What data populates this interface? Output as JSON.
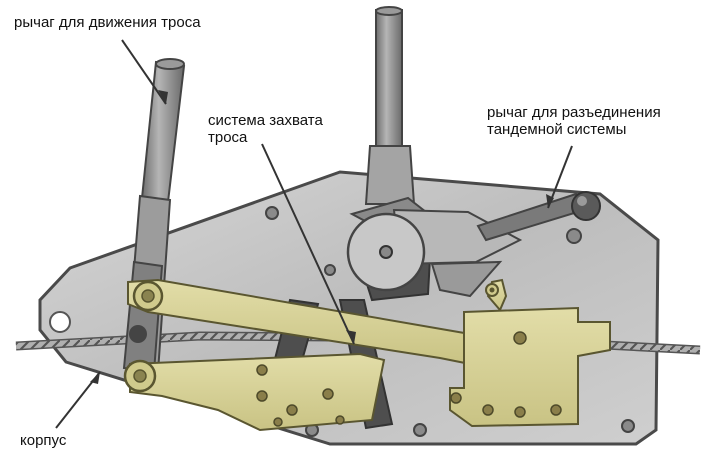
{
  "labels": {
    "cable_lever": "рычаг для движения троса",
    "grip_system_line1": "система захвата",
    "grip_system_line2": "троса",
    "tandem_lever_line1": "рычаг для разъединения",
    "tandem_lever_line2": "тандемной системы",
    "body": "корпус"
  },
  "colors": {
    "plate": "#c4c4c4",
    "plate_edge": "#4a4a4a",
    "rod": "#8a8a8a",
    "jaw_yellow": "#d8d29a",
    "jaw_edge": "#5a5630",
    "dark_link": "#4e4e4e",
    "rivet": "#777777",
    "cable": "#9a9a9a"
  }
}
